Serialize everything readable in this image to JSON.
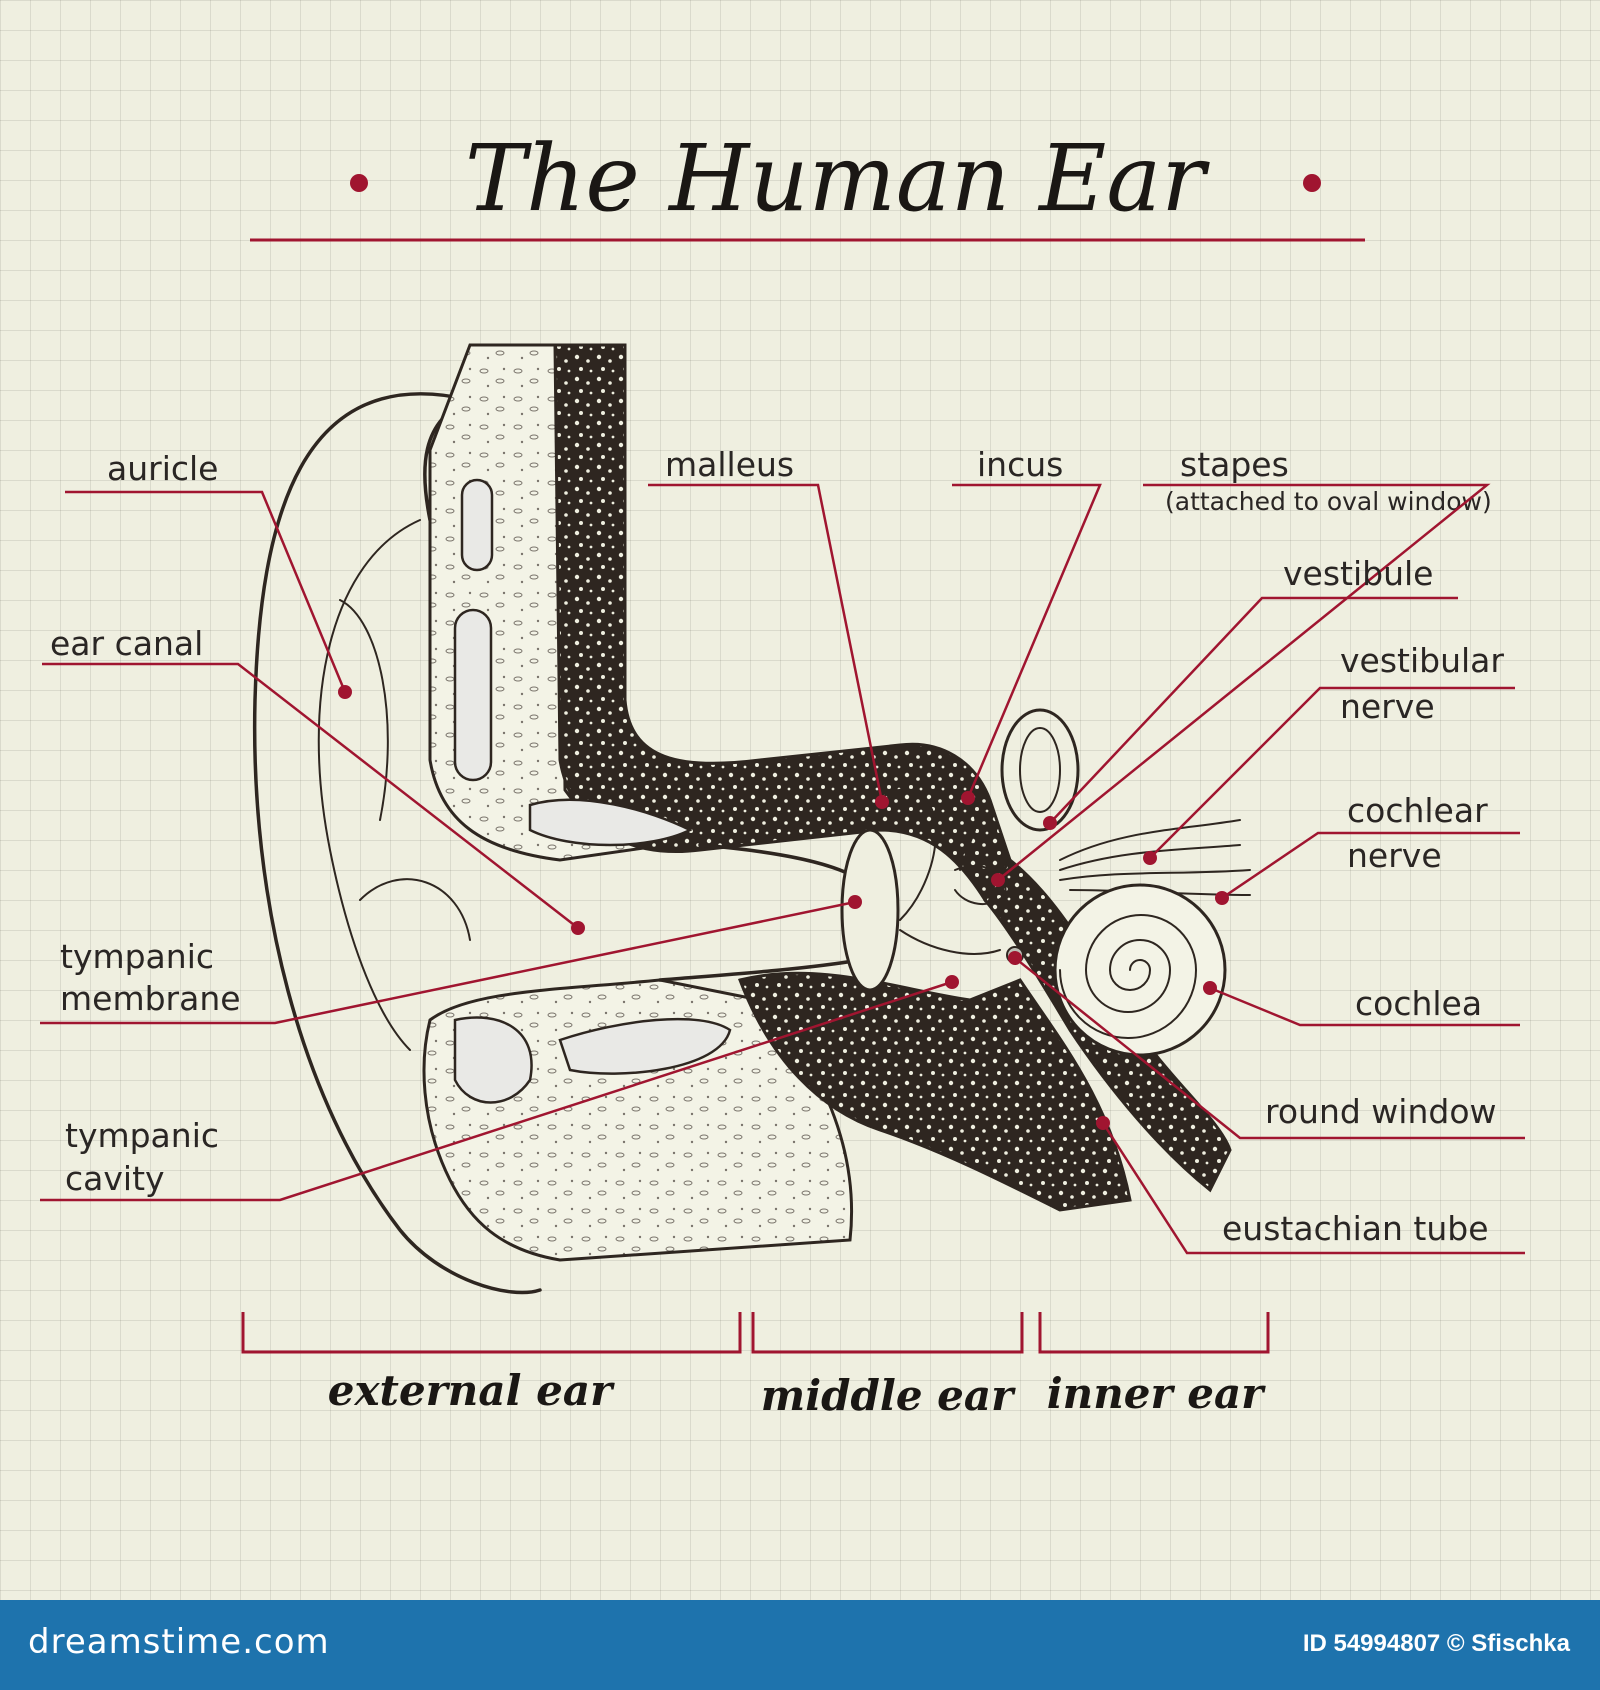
{
  "title": "The Human Ear",
  "labels": {
    "auricle": "auricle",
    "ear_canal": "ear  canal",
    "tympanic_membrane_1": "tympanic",
    "tympanic_membrane_2": "membrane",
    "tympanic_cavity_1": "tympanic",
    "tympanic_cavity_2": "cavity",
    "malleus": "malleus",
    "incus": "incus",
    "stapes": "stapes",
    "stapes_note": "(attached  to  oval  window)",
    "vestibule": "vestibule",
    "vestibular_nerve_1": "vestibular",
    "vestibular_nerve_2": "nerve",
    "cochlear_nerve_1": "cochlear",
    "cochlear_nerve_2": "nerve",
    "cochlea": "cochlea",
    "round_window": "round  window",
    "eustachian_tube": "eustachian  tube"
  },
  "regions": {
    "external": "external ear",
    "middle": "middle ear",
    "inner": "inner ear"
  },
  "footer": {
    "site": "dreamstime.com",
    "credit": "ID 54994807 © Sfischka"
  },
  "colors": {
    "accent": "#a01530",
    "ink": "#2e2620",
    "paper": "#efefe0",
    "footer": "#1e73ad"
  }
}
